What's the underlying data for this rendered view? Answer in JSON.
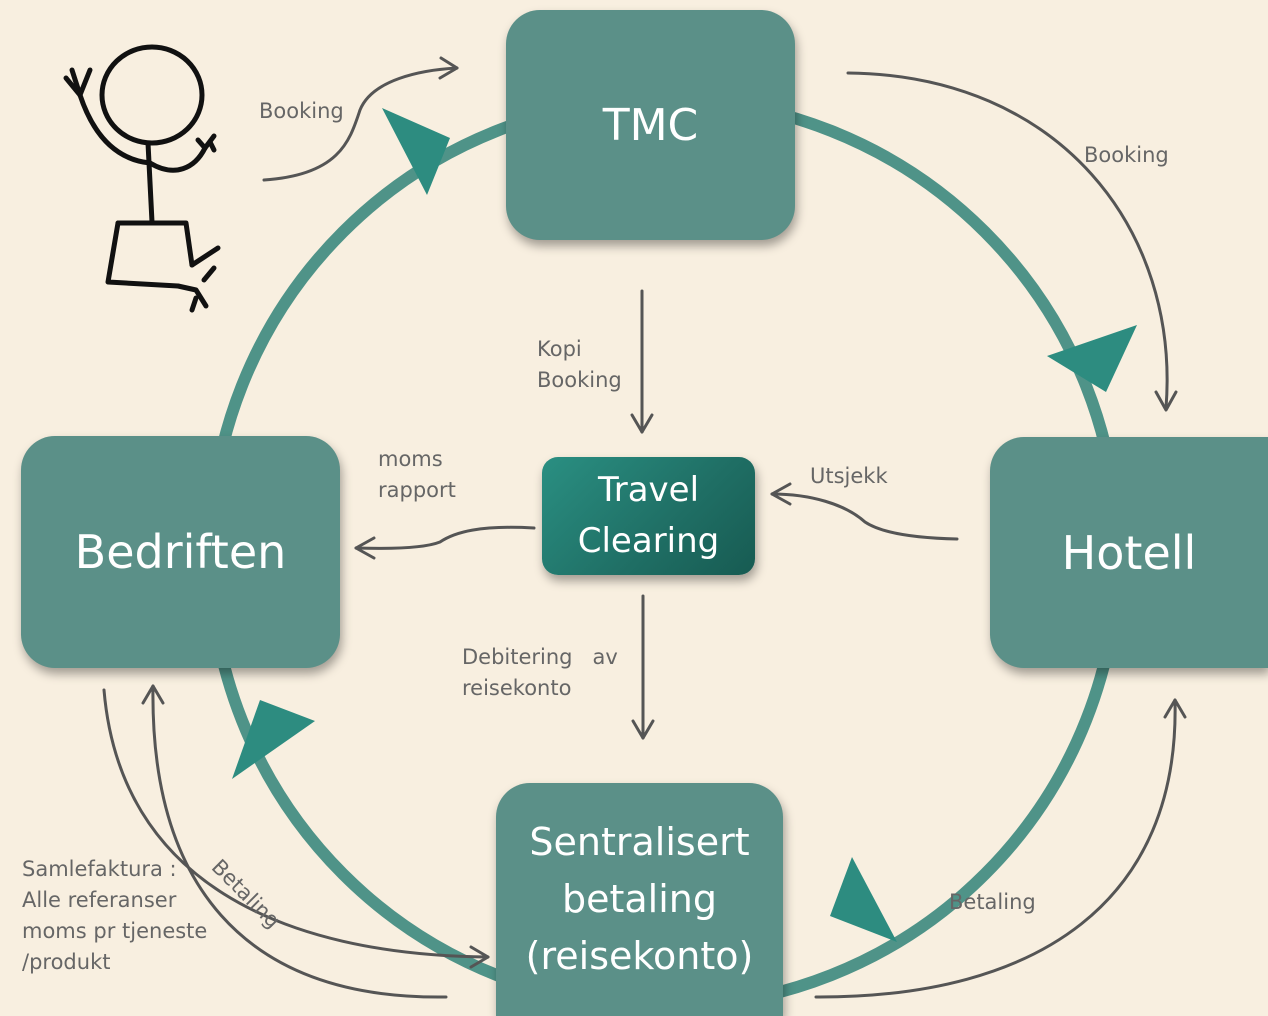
{
  "nodes": {
    "tmc": "TMC",
    "bedriften": "Bedriften",
    "hotell": "Hotell",
    "sentral_line1": "Sentralisert",
    "sentral_line2": "betaling",
    "sentral_line3": "(reisekonto)",
    "clearing_line1": "Travel",
    "clearing_line2": "Clearing"
  },
  "labels": {
    "booking_to_tmc": "Booking",
    "booking_to_hotell": "Booking",
    "kopi_line1": "Kopi",
    "kopi_line2": "Booking",
    "moms_line1": "moms",
    "moms_line2": "rapport",
    "utsjekk": "Utsjekk",
    "debitering_line1": "Debitering   av",
    "debitering_line2": "reisekonto",
    "betaling_left": "Betaling",
    "betaling_right": "Betaling",
    "samle_line1": "Samlefaktura :",
    "samle_line2": "Alle referanser",
    "samle_line3": "moms pr tjeneste",
    "samle_line4": "/produkt"
  },
  "colors": {
    "background": "#f8efe0",
    "node": "#5b9088",
    "cycle": "#4f9388",
    "cycle_arrow": "#2d8c80",
    "connector": "#555555",
    "label": "#666666"
  },
  "icons": {
    "person": "stick-figure-jumping-icon"
  }
}
